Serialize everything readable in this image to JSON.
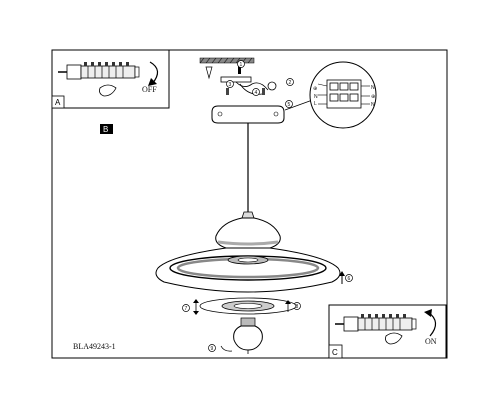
{
  "panels": {
    "a": {
      "label": "A",
      "caption": "OFF"
    },
    "b": {
      "label": "B"
    },
    "c": {
      "label": "C",
      "caption": "ON"
    }
  },
  "terminal_block": {
    "left_labels": [
      "⊕",
      "N",
      "L"
    ],
    "right_labels": [
      "N",
      "⊕",
      "N"
    ]
  },
  "step_numbers": [
    "1",
    "2",
    "3",
    "4",
    "5",
    "6",
    "7",
    "8",
    "9"
  ],
  "model_code": "BLA49243-1"
}
